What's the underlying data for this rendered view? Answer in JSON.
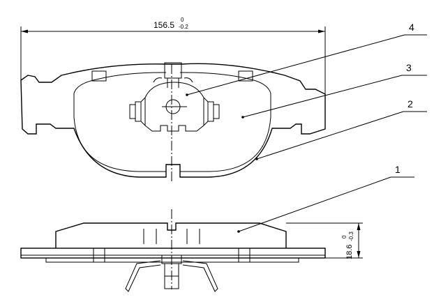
{
  "dimensions": {
    "width_main": "156.5",
    "width_tol_upper": "0",
    "width_tol_lower": "-0.2",
    "thickness_main": "18.6",
    "thickness_tol_upper": "0",
    "thickness_tol_lower": "-0.3"
  },
  "callouts": [
    {
      "label": "4"
    },
    {
      "label": "3"
    },
    {
      "label": "2"
    },
    {
      "label": "1"
    }
  ],
  "colors": {
    "line": "#000000",
    "background": "#ffffff"
  }
}
